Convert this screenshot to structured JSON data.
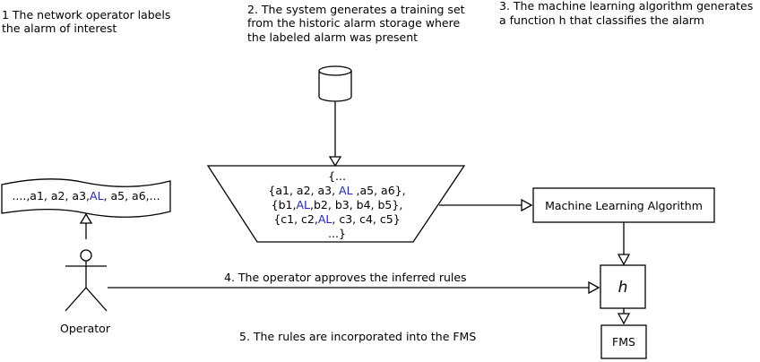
{
  "steps": {
    "step1": [
      "1 The network operator labels",
      " the alarm of interest"
    ],
    "step2": [
      "2. The system generates a training set",
      "from the historic alarm storage where",
      "the labeled alarm was present"
    ],
    "step3": [
      "3. The machine learning algorithm generates",
      " a function h that classifies the alarm"
    ],
    "step4": "4. The operator approves the inferred rules",
    "step5": "5. The rules are incorporated into the FMS"
  },
  "alarm_sequence": {
    "before": "....,a1, a2, a3,",
    "label": "AL",
    "after": ", a5, a6,..."
  },
  "training_set": {
    "open": "{...",
    "row1": {
      "before": "{a1, a2, a3, ",
      "label": "AL",
      "after": " ,a5, a6},"
    },
    "row2": {
      "before": "{b1,",
      "label": "AL",
      "after": ",b2, b3, b4, b5},"
    },
    "row3": {
      "before": "{c1, c2,",
      "label": "AL",
      "after": ", c3, c4, c5}"
    },
    "close": "...}"
  },
  "ml_box": "Machine Learning Algorithm",
  "h_box": "h",
  "fms_box": "FMS",
  "operator_label": "Operator",
  "colors": {
    "label_color": "#1f1fd6",
    "stroke": "#000000"
  },
  "icons": {
    "storage": "database-cylinder-icon",
    "operator": "stick-figure-icon"
  }
}
